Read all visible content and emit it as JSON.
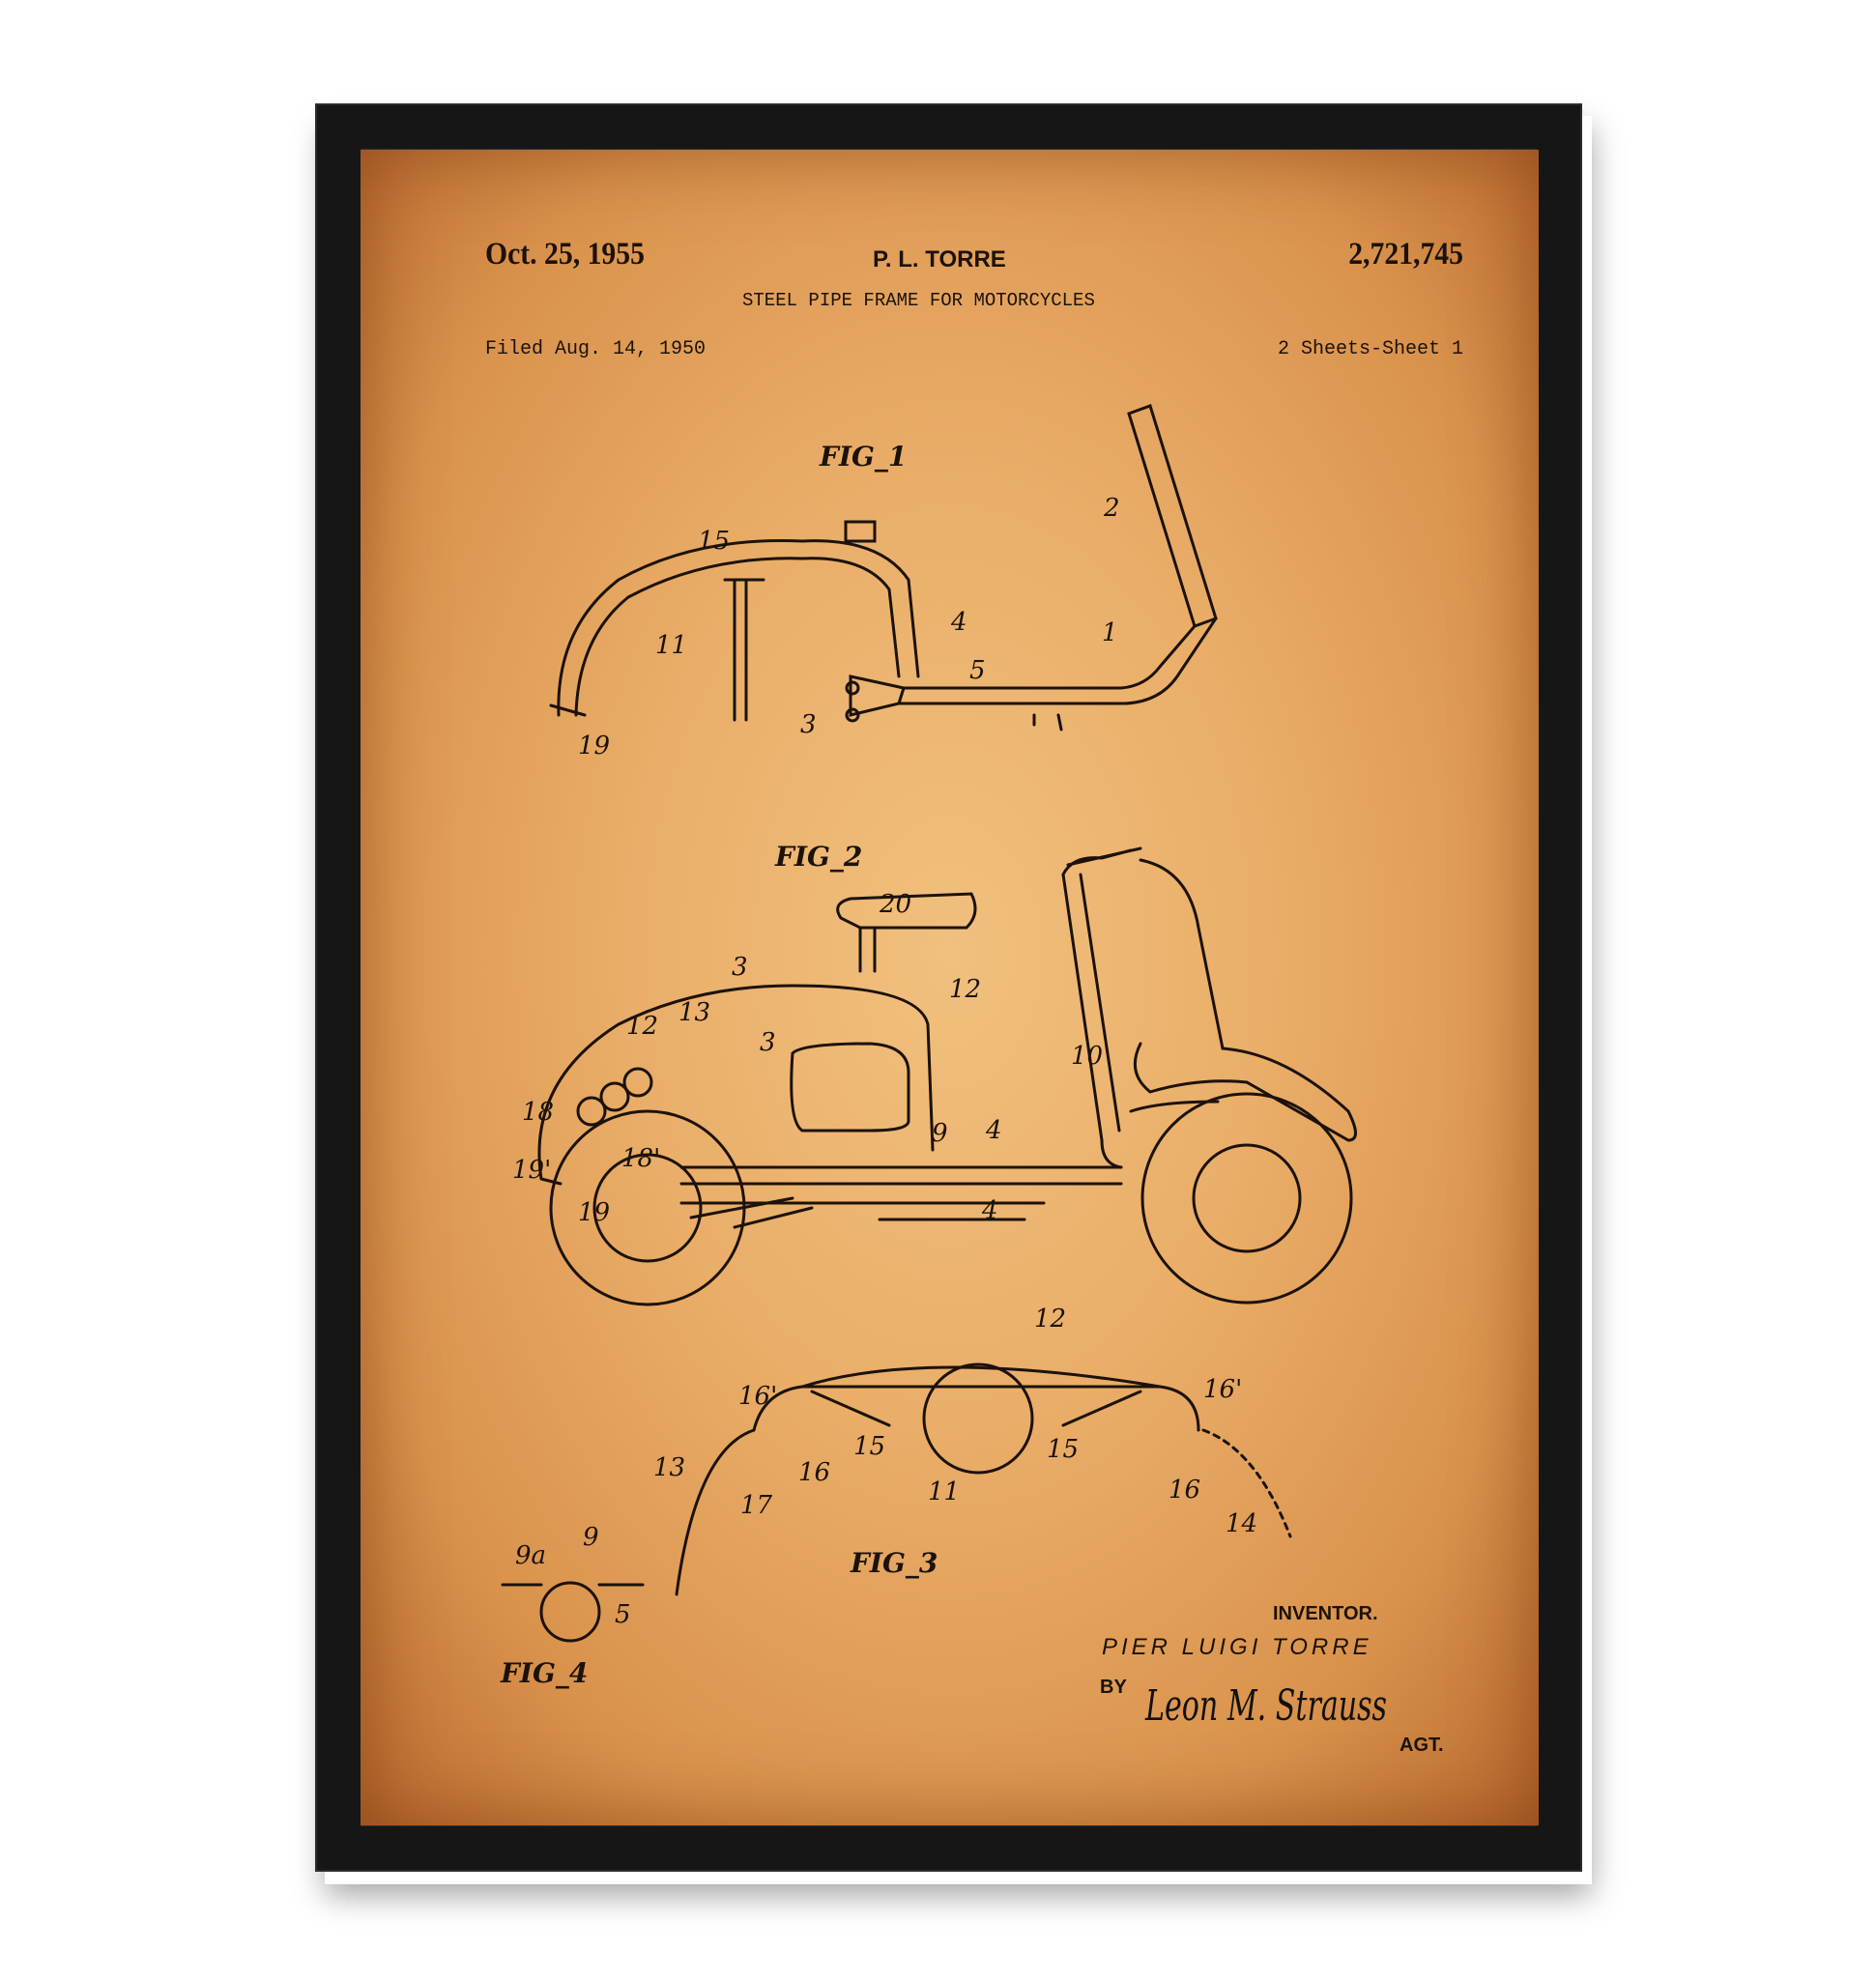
{
  "header": {
    "date": "Oct. 25, 1955",
    "inventor_short": "P. L. TORRE",
    "patent_number": "2,721,745",
    "title": "STEEL PIPE FRAME FOR MOTORCYCLES",
    "filed": "Filed Aug. 14, 1950",
    "sheets": "2 Sheets-Sheet 1"
  },
  "figures": {
    "fig1": "FIG_1",
    "fig2": "FIG_2",
    "fig3": "FIG_3",
    "fig4": "FIG_4"
  },
  "numerals": {
    "fig1": [
      "15",
      "2",
      "4",
      "1",
      "11",
      "5",
      "3",
      "19"
    ],
    "fig2": [
      "20",
      "3",
      "12",
      "12",
      "13",
      "3",
      "10",
      "18",
      "9",
      "4",
      "19'",
      "18'",
      "4",
      "19"
    ],
    "fig3": [
      "12",
      "16'",
      "16'",
      "15",
      "15",
      "13",
      "16",
      "17",
      "11",
      "16",
      "14"
    ],
    "fig4": [
      "9a",
      "9",
      "5"
    ]
  },
  "inventor": {
    "label": "INVENTOR.",
    "name": "PIER LUIGI TORRE",
    "by": "BY",
    "signature": "Leon M. Strauss",
    "agent": "AGT."
  },
  "colors": {
    "frame": "#1b1b1b",
    "paper": "#e9ad68",
    "ink": "#1c120a"
  }
}
